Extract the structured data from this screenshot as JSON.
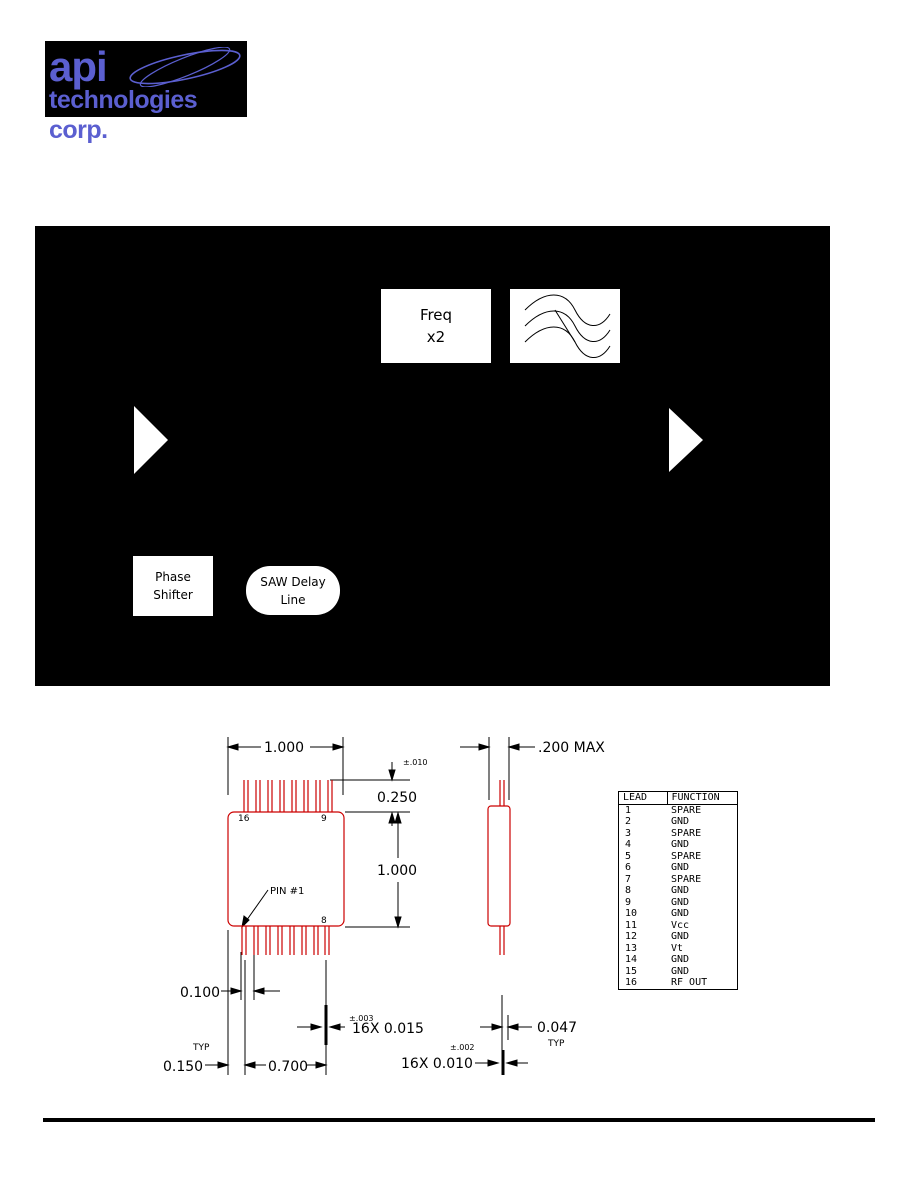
{
  "logo": {
    "line1": "api",
    "line2": "technologies corp.",
    "color": "#5b5fd0"
  },
  "block_diagram": {
    "background": "#000000",
    "freq_label": "Freq\nx2",
    "filter_icon": "bandpass-filter-icon",
    "phase_label": "Phase\nShifter",
    "saw_label": "SAW Delay\nLine",
    "amplifier_icon": "amplifier-triangle-icon"
  },
  "drawing": {
    "dims": {
      "width": "1.000",
      "height": "1.000",
      "lead_length": "0.250",
      "lead_length_tol": "±.010",
      "max_height": ".200  MAX",
      "pitch": "0.100",
      "offset": "0.150",
      "offset_typ": "TYP",
      "span": "0.700",
      "lead_width": "16X  0.015",
      "lead_width_tol": "±.003",
      "lead_thick": "16X  0.010",
      "lead_thick_tol": "±.002",
      "standoff": "0.047",
      "standoff_typ": "TYP"
    },
    "pin_labels": {
      "pin16": "16",
      "pin9": "9",
      "pin8": "8",
      "pin1": "PIN  #1"
    },
    "lead_color": "#cc0000"
  },
  "lead_table": {
    "headers": [
      "LEAD",
      "FUNCTION"
    ],
    "rows": [
      [
        "1",
        "SPARE"
      ],
      [
        "2",
        "GND"
      ],
      [
        "3",
        "SPARE"
      ],
      [
        "4",
        "GND"
      ],
      [
        "5",
        "SPARE"
      ],
      [
        "6",
        "GND"
      ],
      [
        "7",
        "SPARE"
      ],
      [
        "8",
        "GND"
      ],
      [
        "9",
        "GND"
      ],
      [
        "10",
        "GND"
      ],
      [
        "11",
        "Vcc"
      ],
      [
        "12",
        "GND"
      ],
      [
        "13",
        "Vt"
      ],
      [
        "14",
        "GND"
      ],
      [
        "15",
        "GND"
      ],
      [
        "16",
        "RF OUT"
      ]
    ]
  }
}
